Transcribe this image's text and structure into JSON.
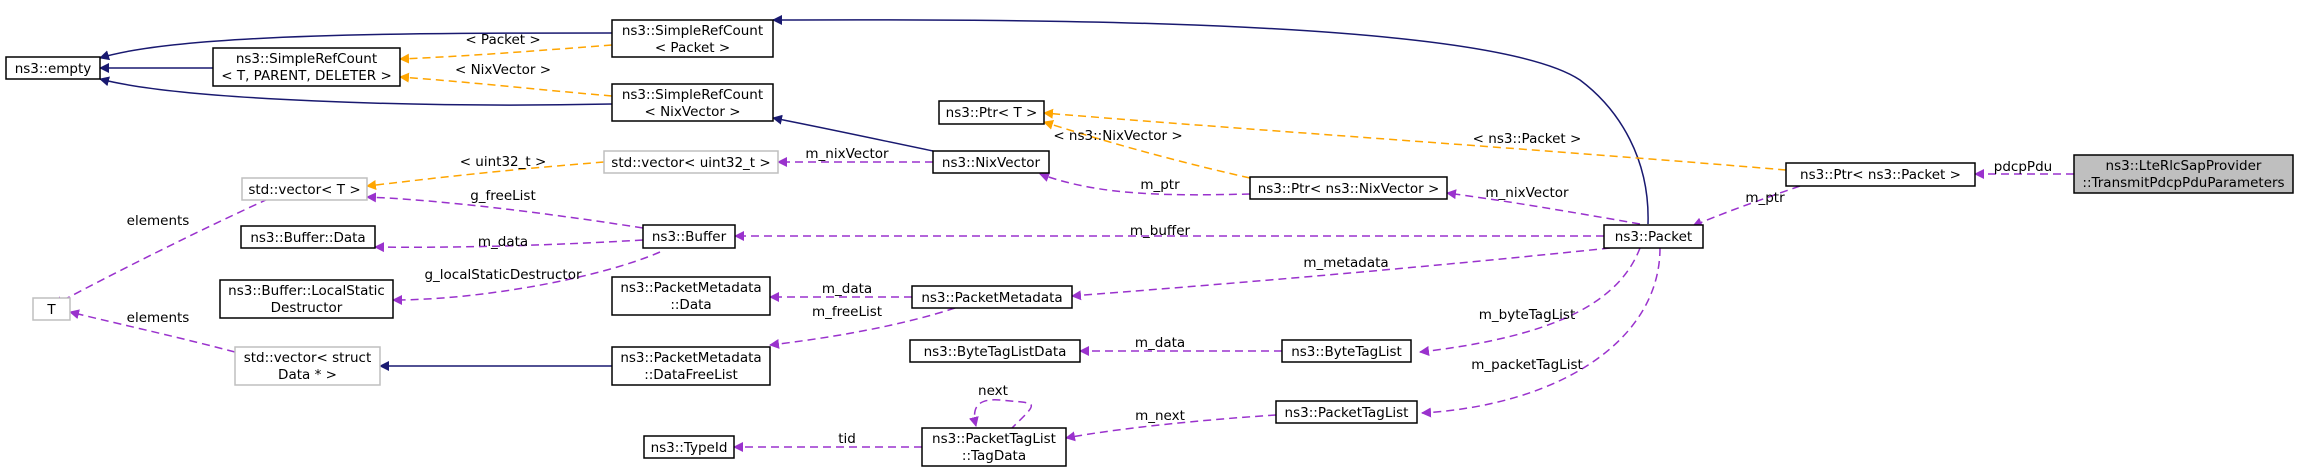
{
  "colors": {
    "inheritance": "#191970",
    "usage": "#9a32cd",
    "template": "#ffa500",
    "focus_fill": "#bfbfbf"
  },
  "nodes": {
    "empty": [
      "ns3::empty"
    ],
    "srcGeneric": [
      "ns3::SimpleRefCount",
      "< T, PARENT, DELETER >"
    ],
    "srcPacket": [
      "ns3::SimpleRefCount",
      "< Packet >"
    ],
    "srcNix": [
      "ns3::SimpleRefCount",
      "< NixVector >"
    ],
    "vectorT": [
      "std::vector< T >"
    ],
    "T": [
      "T"
    ],
    "vecStruct": [
      "std::vector< struct",
      "Data * >"
    ],
    "bufferData": [
      "ns3::Buffer::Data"
    ],
    "bufferLocal": [
      "ns3::Buffer::LocalStatic",
      "Destructor"
    ],
    "vecUint": [
      "std::vector< uint32_t >"
    ],
    "buffer": [
      "ns3::Buffer"
    ],
    "pmData": [
      "ns3::PacketMetadata",
      "::Data"
    ],
    "pmFree": [
      "ns3::PacketMetadata",
      "::DataFreeList"
    ],
    "typeId": [
      "ns3::TypeId"
    ],
    "ptrT": [
      "ns3::Ptr< T >"
    ],
    "nixVector": [
      "ns3::NixVector"
    ],
    "packetMetadata": [
      "ns3::PacketMetadata"
    ],
    "byteTagListData": [
      "ns3::ByteTagListData"
    ],
    "tagData": [
      "ns3::PacketTagList",
      "::TagData"
    ],
    "ptrNix": [
      "ns3::Ptr< ns3::NixVector >"
    ],
    "byteTagList": [
      "ns3::ByteTagList"
    ],
    "packetTagList": [
      "ns3::PacketTagList"
    ],
    "packet": [
      "ns3::Packet"
    ],
    "ptrPacket": [
      "ns3::Ptr< ns3::Packet >"
    ],
    "focus": [
      "ns3::LteRlcSapProvider",
      "::TransmitPdcpPduParameters"
    ]
  },
  "edge_labels": {
    "lbl_packet": "< Packet >",
    "lbl_nixvector": "< NixVector >",
    "lbl_uint32": "< uint32_t >",
    "lbl_elements1": "elements",
    "lbl_elements2": "elements",
    "lbl_gfreelist": "g_freeList",
    "lbl_mdata1": "m_data",
    "lbl_glocal": "g_localStaticDestructor",
    "lbl_mnixvector1": "m_nixVector",
    "lbl_ptr_nix": "< ns3::NixVector >",
    "lbl_ptr_packet": "< ns3::Packet >",
    "lbl_mptr1": "m_ptr",
    "lbl_mnixvector2": "m_nixVector",
    "lbl_mbuffer": "m_buffer",
    "lbl_mmetadata": "m_metadata",
    "lbl_mdata2": "m_data",
    "lbl_mfreelist": "m_freeList",
    "lbl_mdata3": "m_data",
    "lbl_mbytetaglist": "m_byteTagList",
    "lbl_mpackettaglist": "m_packetTagList",
    "lbl_mnext": "m_next",
    "lbl_next": "next",
    "lbl_tid": "tid",
    "lbl_mptr2": "m_ptr",
    "lbl_pdcppdu": "pdcpPdu"
  }
}
